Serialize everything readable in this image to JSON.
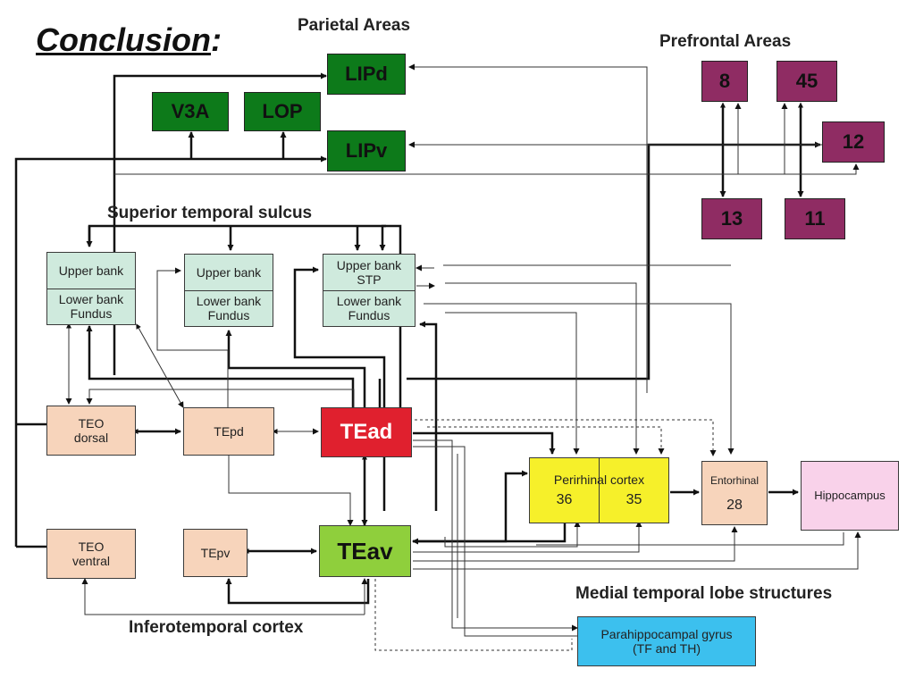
{
  "title": "Conclusion",
  "title_suffix": ":",
  "groups": {
    "parietal": "Parietal Areas",
    "prefrontal": "Prefrontal Areas",
    "sts": "Superior temporal sulcus",
    "it": "Inferotemporal cortex",
    "mtl": "Medial temporal lobe structures"
  },
  "parietal": {
    "lipd": "LIPd",
    "lipv": "LIPv",
    "v3a": "V3A",
    "lop": "LOP"
  },
  "prefrontal": {
    "a8": "8",
    "a45": "45",
    "a12": "12",
    "a13": "13",
    "a11": "11"
  },
  "sts_boxes": [
    {
      "upper": "Upper bank",
      "lower": "Lower bank Fundus"
    },
    {
      "upper": "Upper bank",
      "lower": "Lower bank Fundus"
    },
    {
      "upper": "Upper bank STP",
      "lower": "Lower bank Fundus"
    }
  ],
  "it": {
    "teo_dorsal": "TEO dorsal",
    "teo_ventral": "TEO ventral",
    "tepd": "TEpd",
    "tepv": "TEpv",
    "tead": "TEad",
    "teav": "TEav"
  },
  "mtl": {
    "perirhinal": "Perirhinal cortex",
    "peri36": "36",
    "peri35": "35",
    "entorhinal": "Entorhinal",
    "ento28": "28",
    "hippocampus": "Hippocampus",
    "parahippocampal": "Parahippocampal gyrus (TF and TH)"
  },
  "colors": {
    "parietal": "#0d7a1a",
    "prefrontal": "#8f2c63",
    "sts": "#cfeadd",
    "it_peach": "#f7d4bb",
    "tead": "#e0202e",
    "teav": "#8fcf3c",
    "perirhinal": "#f6f02a",
    "hippocampus": "#f9d2ea",
    "parahippocampal": "#3cc0ee"
  }
}
